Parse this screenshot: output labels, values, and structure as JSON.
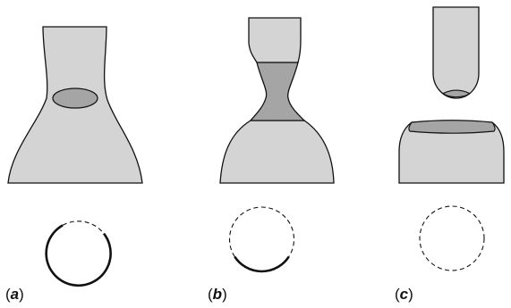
{
  "colors": {
    "body_fill": "#d4d4d4",
    "neck_fill": "#a5a5a5",
    "stroke": "#111111",
    "background": "#ffffff"
  },
  "panels": [
    {
      "label_open": "(",
      "label_letter": "a",
      "label_close": ")"
    },
    {
      "label_open": "(",
      "label_letter": "b",
      "label_close": ")"
    },
    {
      "label_open": "(",
      "label_letter": "c",
      "label_close": ")"
    }
  ]
}
